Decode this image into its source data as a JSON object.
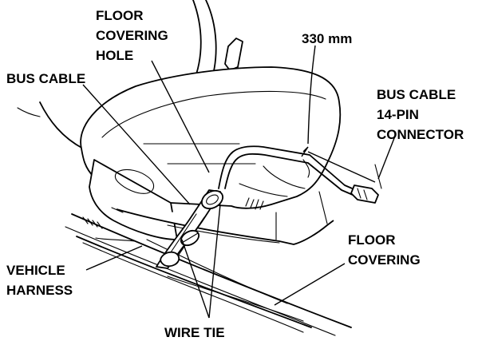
{
  "labels": {
    "floor_covering_hole": [
      "FLOOR",
      "COVERING",
      "HOLE"
    ],
    "dimension": "330 mm",
    "bus_cable": "BUS CABLE",
    "bus_cable_connector": [
      "BUS CABLE",
      "14-PIN",
      "CONNECTOR"
    ],
    "vehicle_harness": [
      "VEHICLE",
      "HARNESS"
    ],
    "floor_covering": [
      "FLOOR",
      "COVERING"
    ],
    "wire_tie": "WIRE TIE"
  }
}
